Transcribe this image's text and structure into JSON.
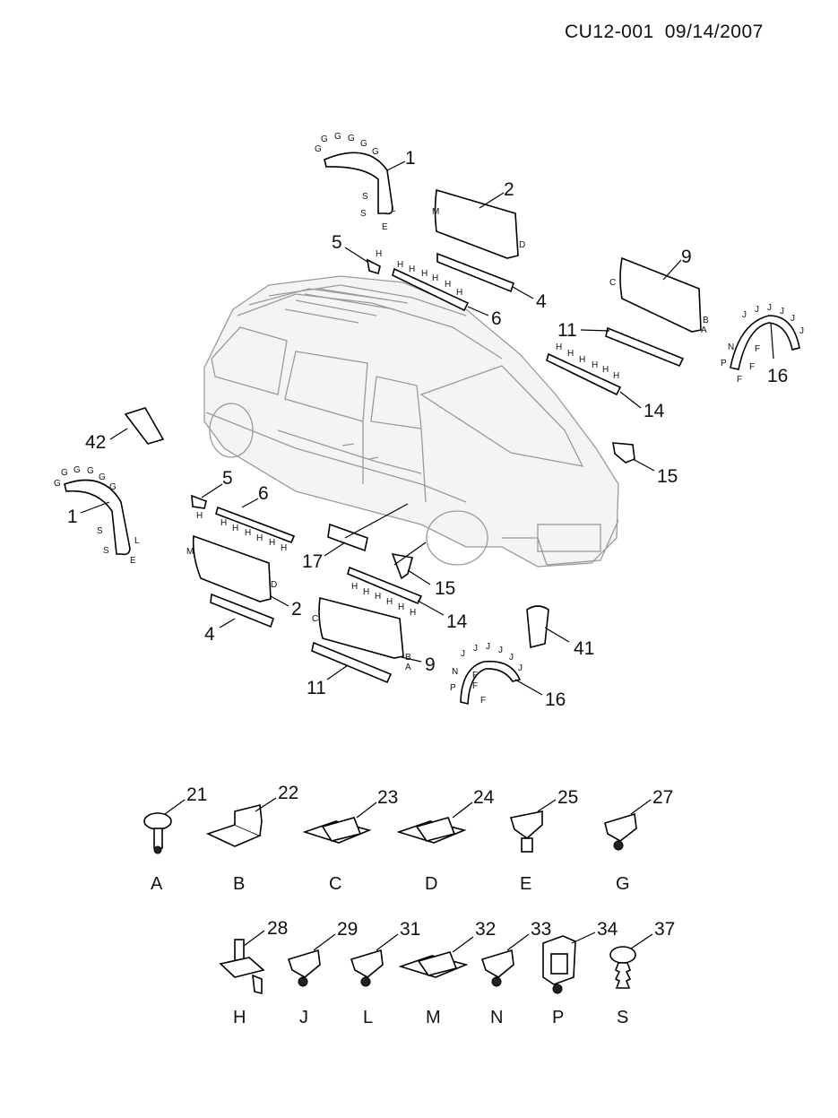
{
  "header": {
    "code": "CU12-001",
    "date": "09/14/2007"
  },
  "callouts": [
    "1",
    "2",
    "4",
    "5",
    "6",
    "9",
    "11",
    "14",
    "15",
    "16",
    "17",
    "41",
    "42"
  ],
  "letters": [
    "G",
    "S",
    "L",
    "E",
    "M",
    "D",
    "H",
    "C",
    "B",
    "A",
    "J",
    "N",
    "P",
    "F"
  ],
  "fasteners": [
    {
      "num": "21",
      "cap": "A"
    },
    {
      "num": "22",
      "cap": "B"
    },
    {
      "num": "23",
      "cap": "C"
    },
    {
      "num": "24",
      "cap": "D"
    },
    {
      "num": "25",
      "cap": "E"
    },
    {
      "num": "27",
      "cap": "G"
    },
    {
      "num": "28",
      "cap": "H"
    },
    {
      "num": "29",
      "cap": "J"
    },
    {
      "num": "31",
      "cap": "L"
    },
    {
      "num": "32",
      "cap": "M"
    },
    {
      "num": "33",
      "cap": "N"
    },
    {
      "num": "34",
      "cap": "P"
    },
    {
      "num": "37",
      "cap": "S"
    }
  ]
}
